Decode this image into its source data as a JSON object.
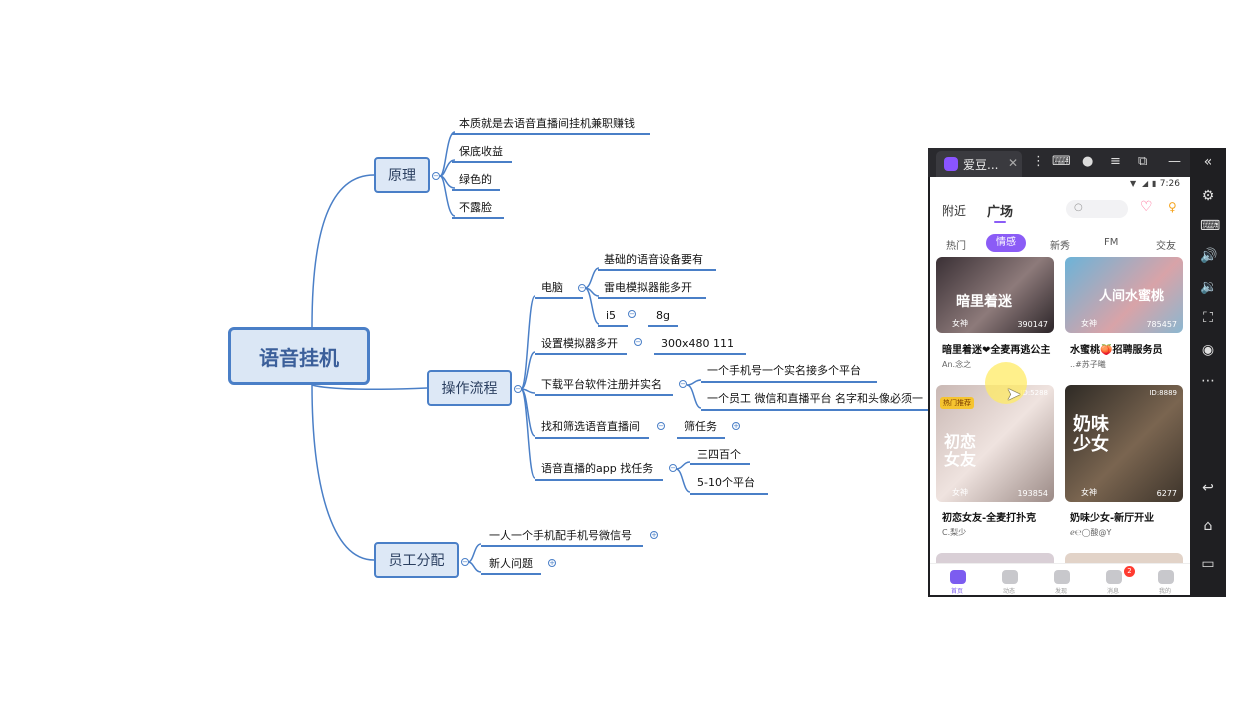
{
  "mindmap": {
    "root": "语音挂机",
    "branches": {
      "yuanli": {
        "label": "原理",
        "items": [
          "本质就是去语音直播间挂机兼职赚钱",
          "保底收益",
          "绿色的",
          "不露脸"
        ]
      },
      "liucheng": {
        "label": "操作流程",
        "diannao": {
          "label": "电脑",
          "items": [
            "基础的语音设备要有",
            "雷电模拟器能多开"
          ],
          "cpu": "i5",
          "ram": "8g"
        },
        "moniqi": {
          "label": "设置模拟器多开",
          "value": "300x480  111"
        },
        "xiazai": {
          "label": "下载平台软件注册并实名",
          "items": [
            "一个手机号一个实名接多个平台",
            "一个员工  微信和直播平台 名字和头像必须一"
          ]
        },
        "zhaoxuan": {
          "label": "找和筛选语音直播间",
          "value": "筛任务"
        },
        "app": {
          "label": "语音直播的app 找任务",
          "items": [
            "三四百个",
            "5-10个平台"
          ]
        }
      },
      "yuangong": {
        "label": "员工分配",
        "items": [
          "一人一个手机配手机号微信号",
          "新人问题"
        ]
      }
    }
  },
  "emulator": {
    "tab_title": "爱豆...",
    "status_time": "7:26",
    "top_tabs": [
      "附近",
      "广场"
    ],
    "categories": [
      "热门",
      "情感",
      "新秀",
      "FM",
      "交友"
    ],
    "active_category": "情感",
    "cards": [
      {
        "title": "暗里着迷❤全麦再逃公主",
        "host": "An.念之",
        "tag": "女神",
        "count": "390147",
        "overlay": "暗里着迷"
      },
      {
        "title": "水蜜桃🍑招聘服务员",
        "host": "..#苏子曦",
        "tag": "女神",
        "count": "785457",
        "overlay": "人间水蜜桃"
      },
      {
        "title": "初恋女友-全麦打扑克",
        "host": "C.梨少",
        "tag": "女神",
        "count": "193854",
        "overlay": "初恋女友",
        "id": "ID:5288",
        "badge": "热门推荐"
      },
      {
        "title": "奶味少女-新厅开业",
        "host": "ℯ℮◯酸@Y",
        "tag": "女神",
        "count": "6277",
        "overlay": "奶味少女",
        "id": "ID:8889"
      }
    ],
    "bottom_nav": [
      "首页",
      "动态",
      "发现",
      "消息",
      "我的"
    ],
    "message_badge": "2"
  },
  "colors": {
    "accent": "#4a7fc7",
    "node_fill": "#dde8f6",
    "purple": "#8b5cf6"
  }
}
